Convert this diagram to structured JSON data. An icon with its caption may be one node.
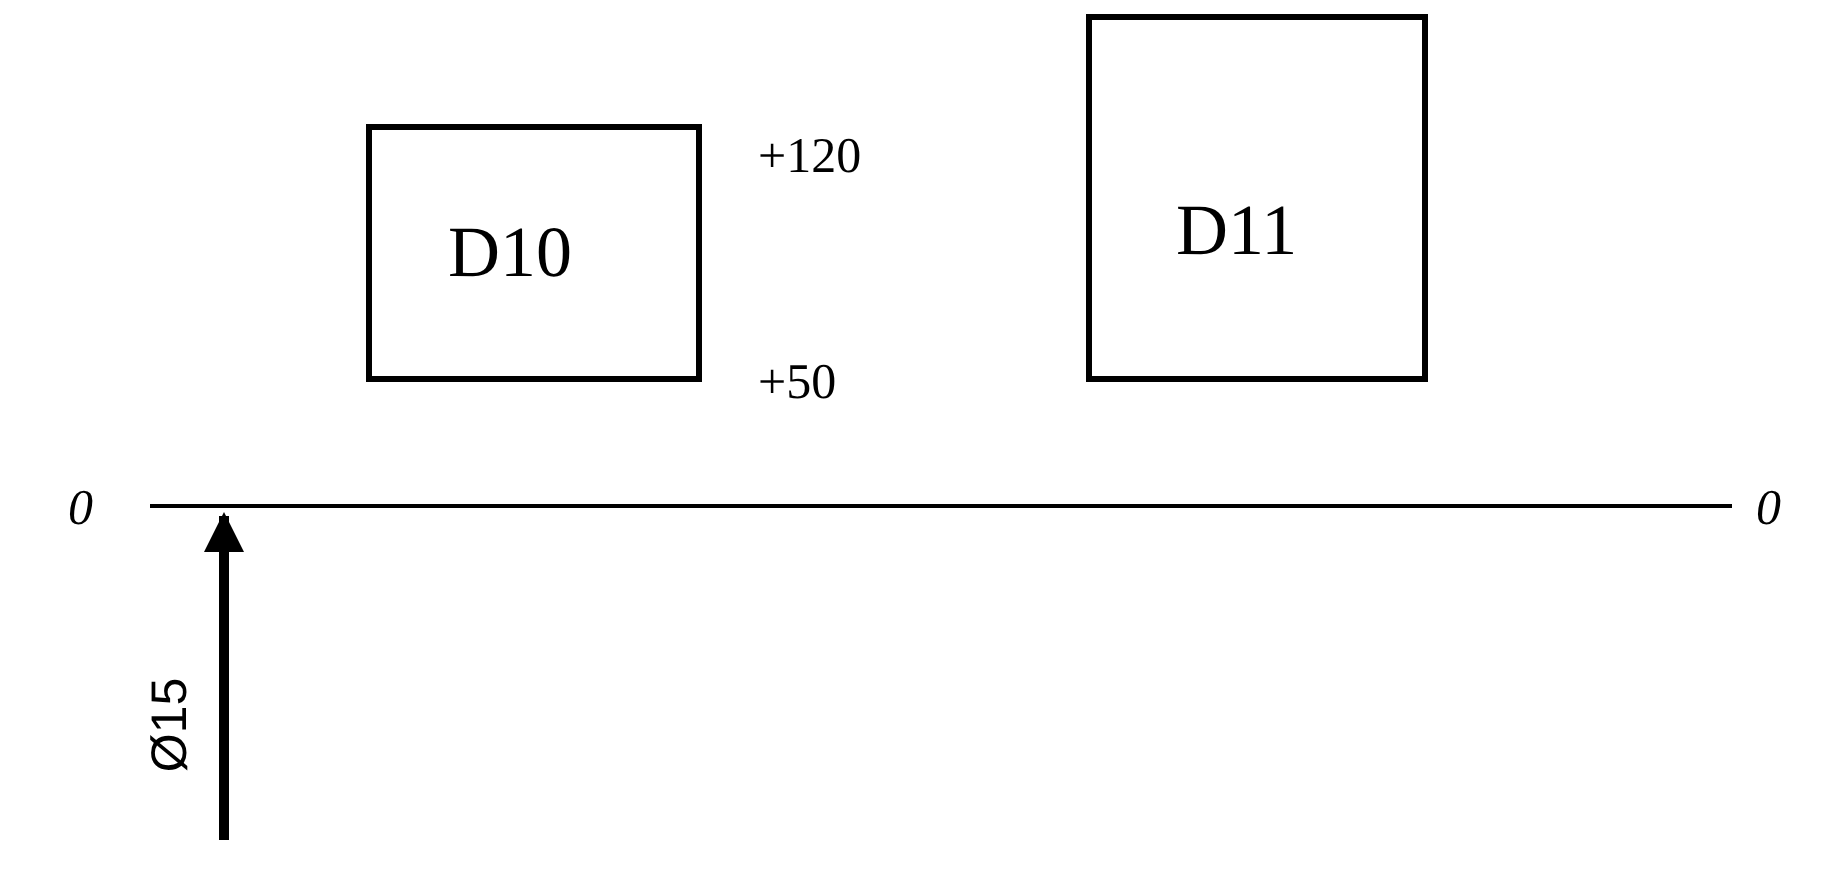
{
  "diagram": {
    "nodes": [
      {
        "text": [
          "D10"
        ],
        "beside": [
          "+120",
          "+50"
        ]
      },
      {
        "text": [
          "D11"
        ]
      }
    ],
    "labels": [
      "0",
      "0",
      "Ø15"
    ]
  }
}
